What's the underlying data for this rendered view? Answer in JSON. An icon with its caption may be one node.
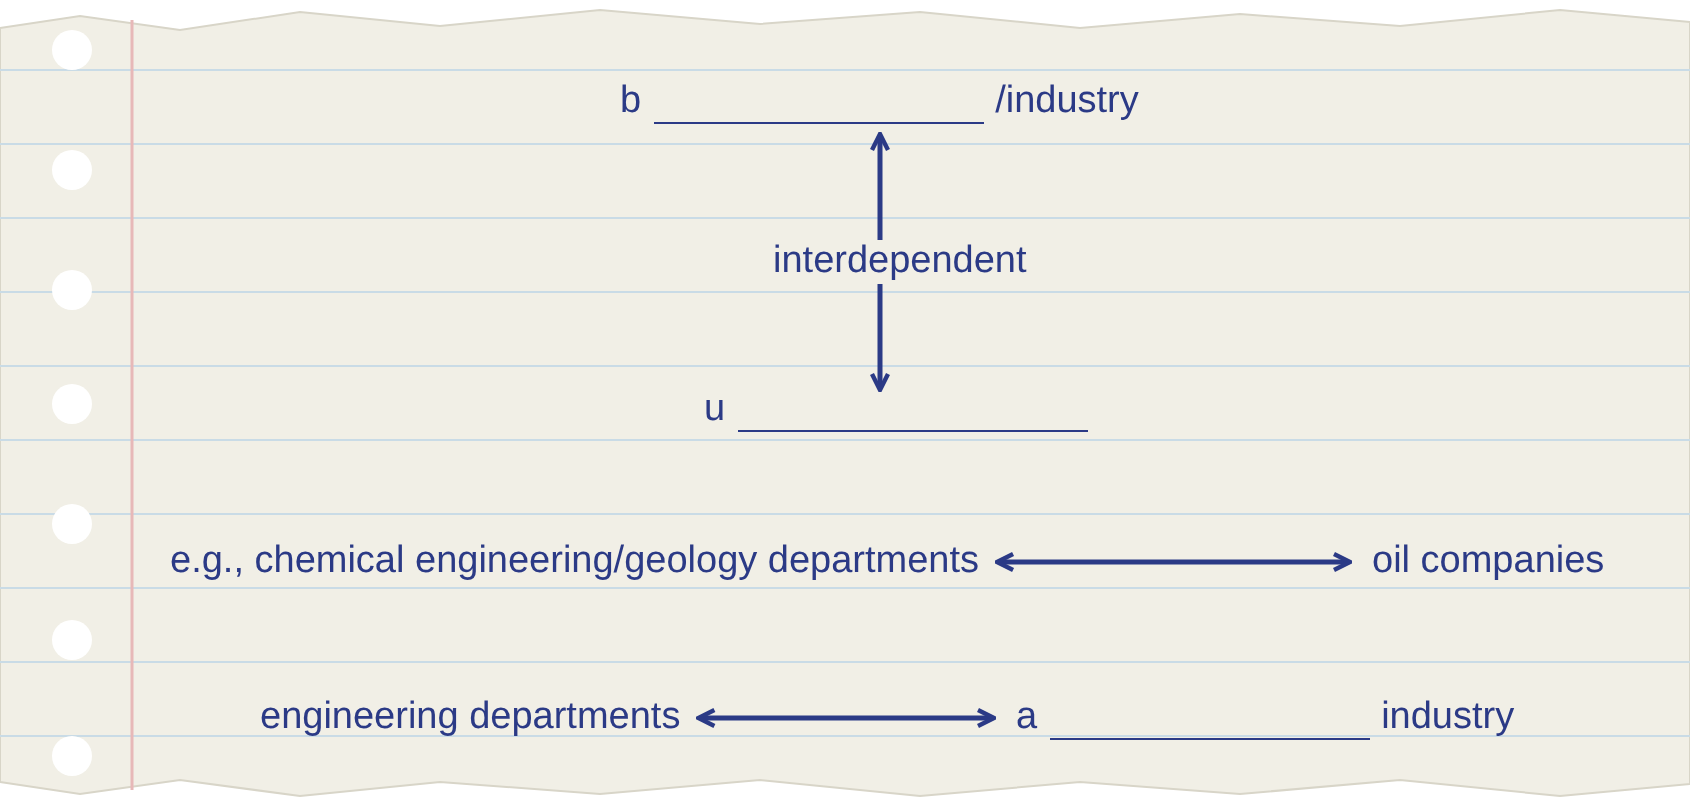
{
  "diagram": {
    "nodes": [
      {
        "text": [
          "b",
          "/industry"
        ]
      },
      {
        "text": [
          "u"
        ]
      },
      {
        "text": [
          "e.g., chemical engineering/geology departments"
        ]
      },
      {
        "text": [
          "oil companies"
        ]
      },
      {
        "text": [
          "engineering departments"
        ]
      },
      {
        "text": [
          "a",
          "industry"
        ]
      }
    ],
    "edges": [
      {
        "from": 0,
        "to": 1,
        "arrow": "both",
        "label": "interdependent"
      },
      {
        "from": 2,
        "to": 3,
        "arrow": "both"
      },
      {
        "from": 4,
        "to": 5,
        "arrow": "both"
      }
    ]
  }
}
